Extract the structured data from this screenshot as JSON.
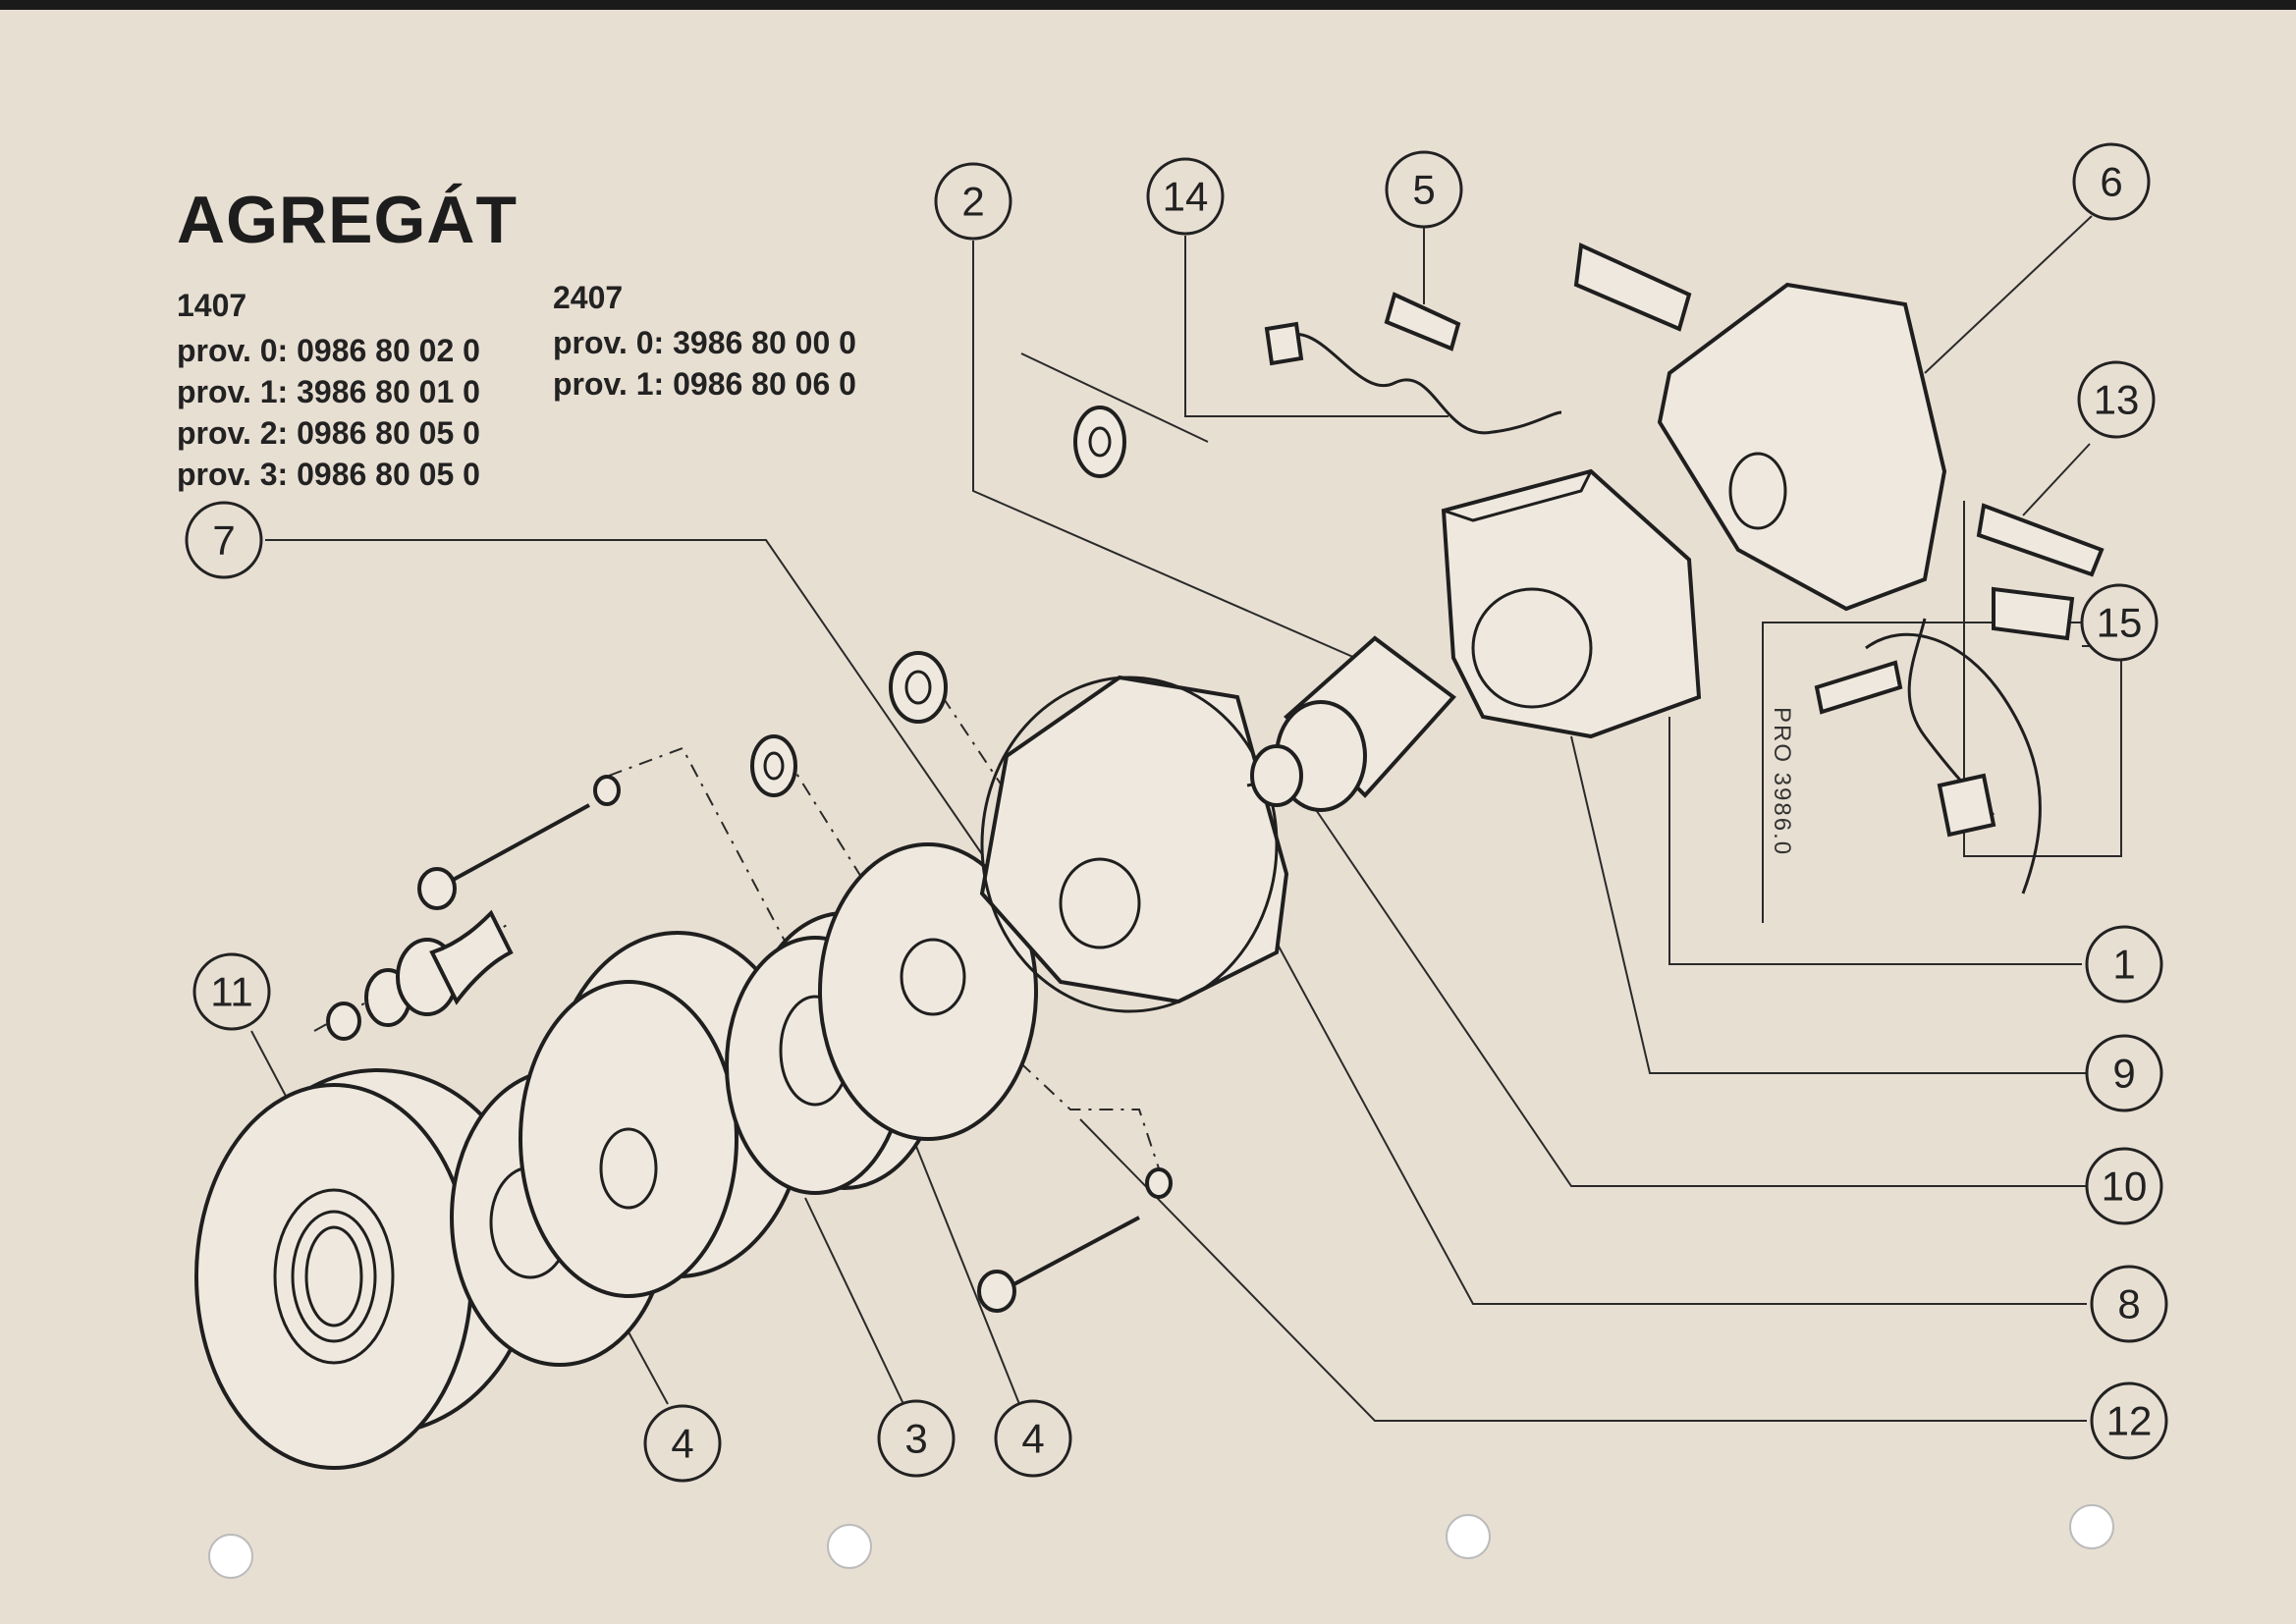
{
  "title": "AGREGÁT",
  "variants": [
    {
      "model": "1407",
      "lines": [
        "prov. 0: 0986 80 02 0",
        "prov. 1: 3986 80 01 0",
        "prov. 2: 0986 80 05 0",
        "prov. 3: 0986 80 05 0"
      ]
    },
    {
      "model": "2407",
      "lines": [
        "prov. 0: 3986 80 00 0",
        "prov. 1: 0986 80 06 0"
      ]
    }
  ],
  "reference_code": "PRO 3986.0",
  "callouts": [
    "2",
    "14",
    "5",
    "6",
    "13",
    "7",
    "15",
    "1",
    "11",
    "9",
    "10",
    "8",
    "12",
    "4",
    "3",
    "4"
  ]
}
